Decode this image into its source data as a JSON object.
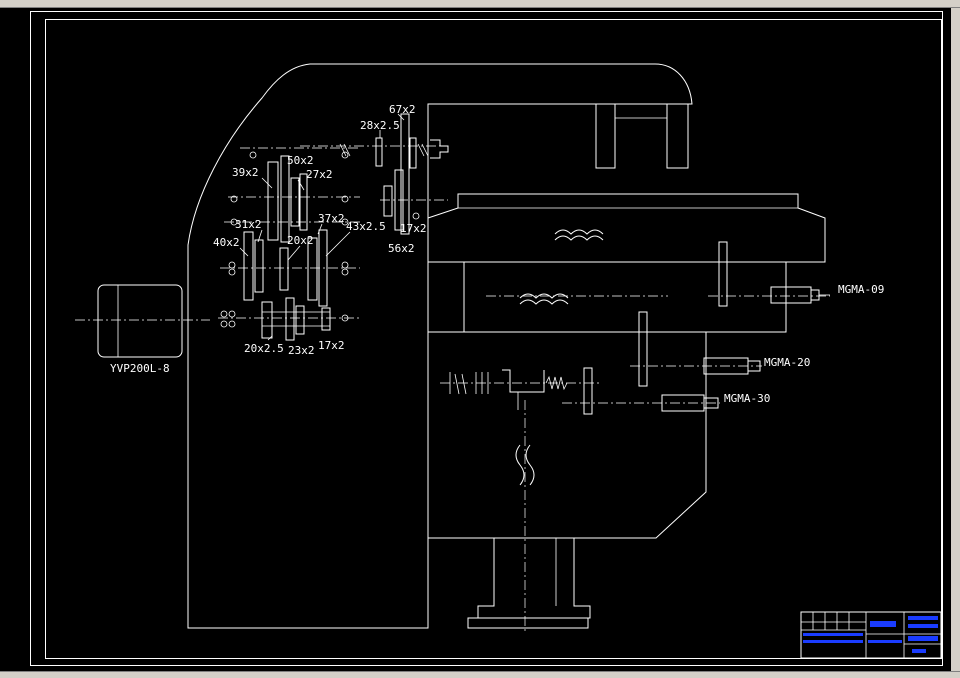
{
  "colors": {
    "background": "#000000",
    "lines": "#ffffff",
    "title_block_text": "#1a3cff",
    "chrome": "#d4d0c8"
  },
  "gear_labels": {
    "g67x2": "67x2",
    "g28x25": "28x2.5",
    "g50x2": "50x2",
    "g39x2": "39x2",
    "g27x2": "27x2",
    "g17x2_top": "17x2",
    "g56x2": "56x2",
    "g31x2": "31x2",
    "g37x2": "37x2",
    "g43x25": "43x2.5",
    "g40x2": "40x2",
    "g20x2": "20x2",
    "g20x25": "20x2.5",
    "g23x2": "23x2",
    "g17x2_bottom": "17x2"
  },
  "motor_labels": {
    "main_motor": "YVP200L-8",
    "mgma09": "MGMA-09",
    "mgma20": "MGMA-20",
    "mgma30": "MGMA-30"
  }
}
